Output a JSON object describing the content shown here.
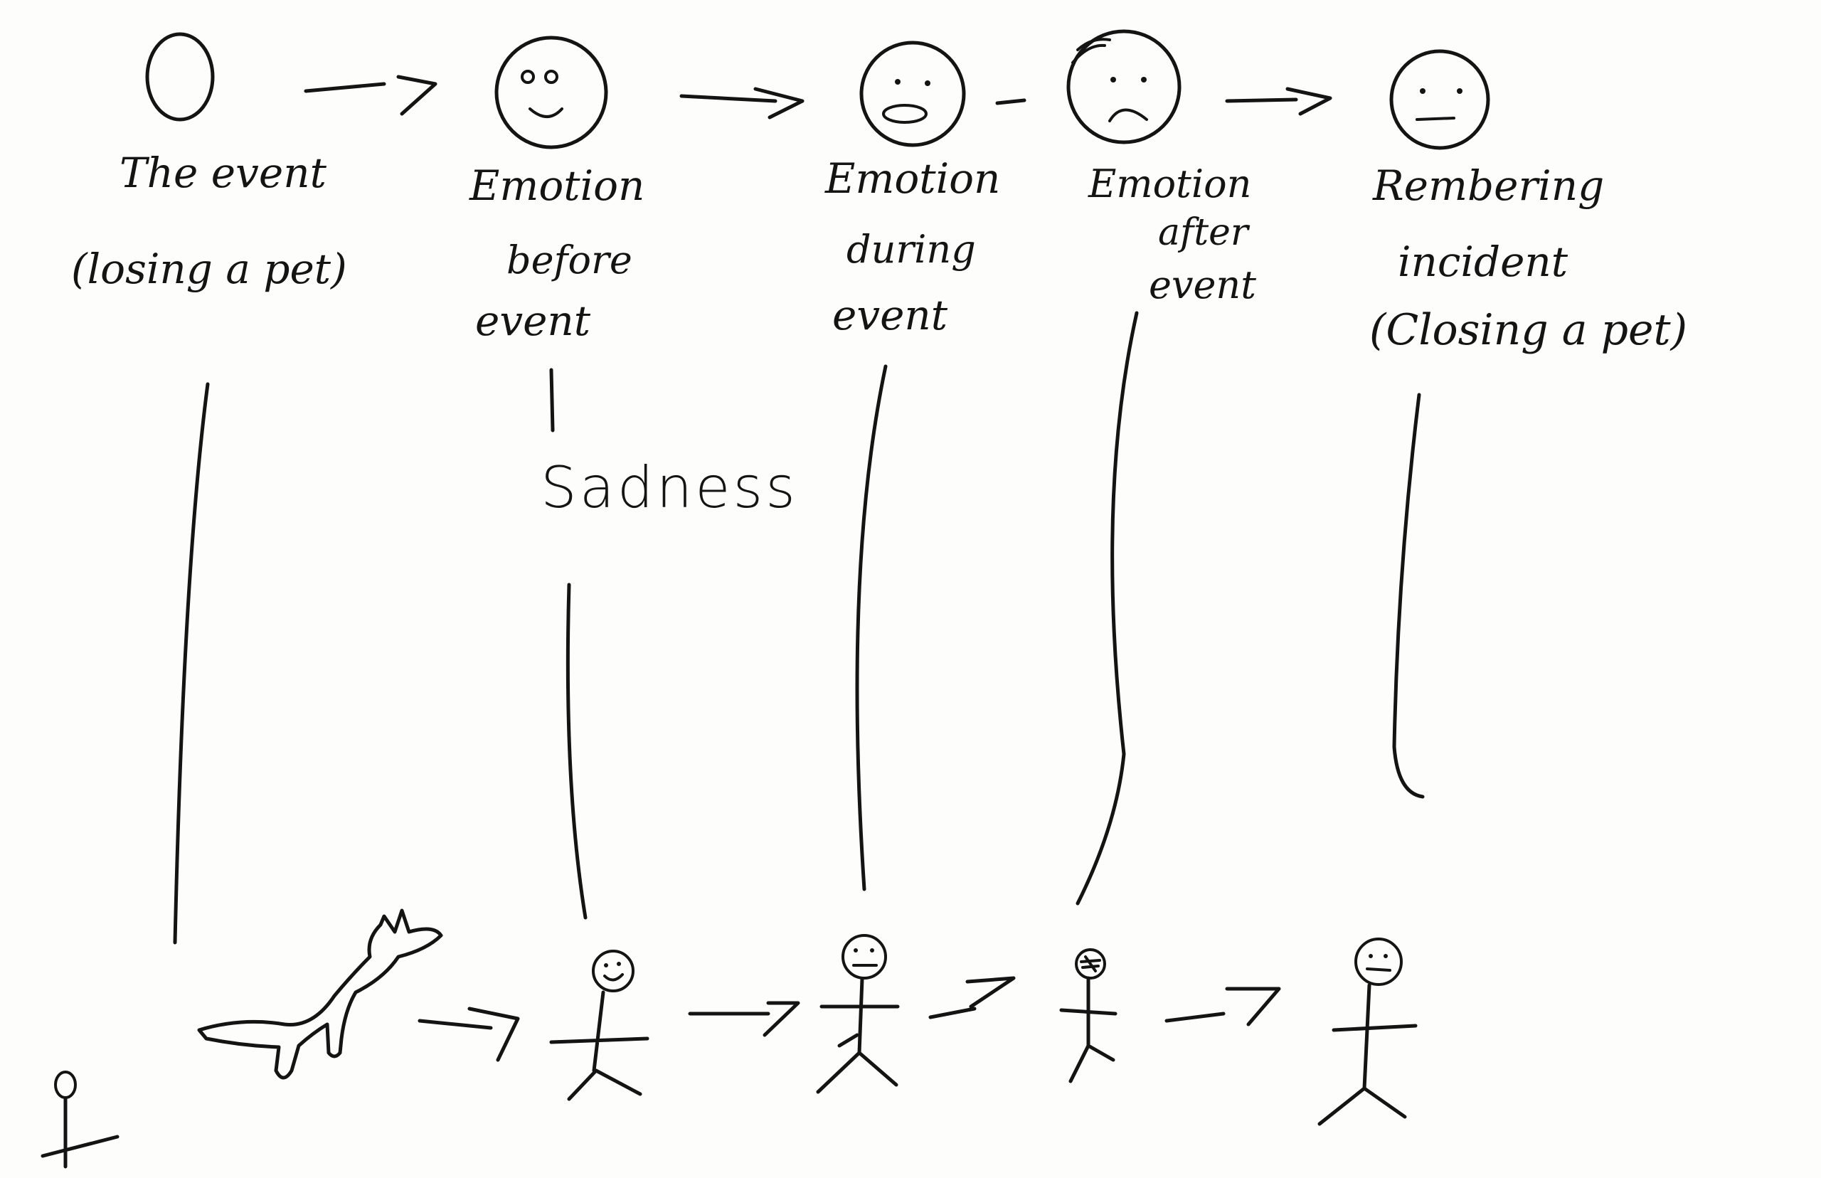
{
  "labels": {
    "event_line1": "The event",
    "event_line2": "(losing a pet)",
    "before_line1": "Emotion",
    "before_line2": "before",
    "before_line3": "event",
    "during_line1": "Emotion",
    "during_line2": "during",
    "during_line3": "event",
    "after_line1": "Emotion",
    "after_line2": "after",
    "after_line3": "event",
    "remember_line1": "Rembering",
    "remember_line2": "incident",
    "remember_line3": "(Closing a pet)",
    "sadness": "Sadness"
  },
  "faces": [
    "blank",
    "smiling",
    "shocked",
    "sad",
    "neutral"
  ],
  "figures": [
    "stick-figure",
    "dog",
    "stick-figure-smiling",
    "stick-figure-neutral",
    "stick-figure-scribbled",
    "stick-figure-neutral"
  ],
  "colors": {
    "ink": "#141414",
    "paper": "#fdfdfb"
  }
}
